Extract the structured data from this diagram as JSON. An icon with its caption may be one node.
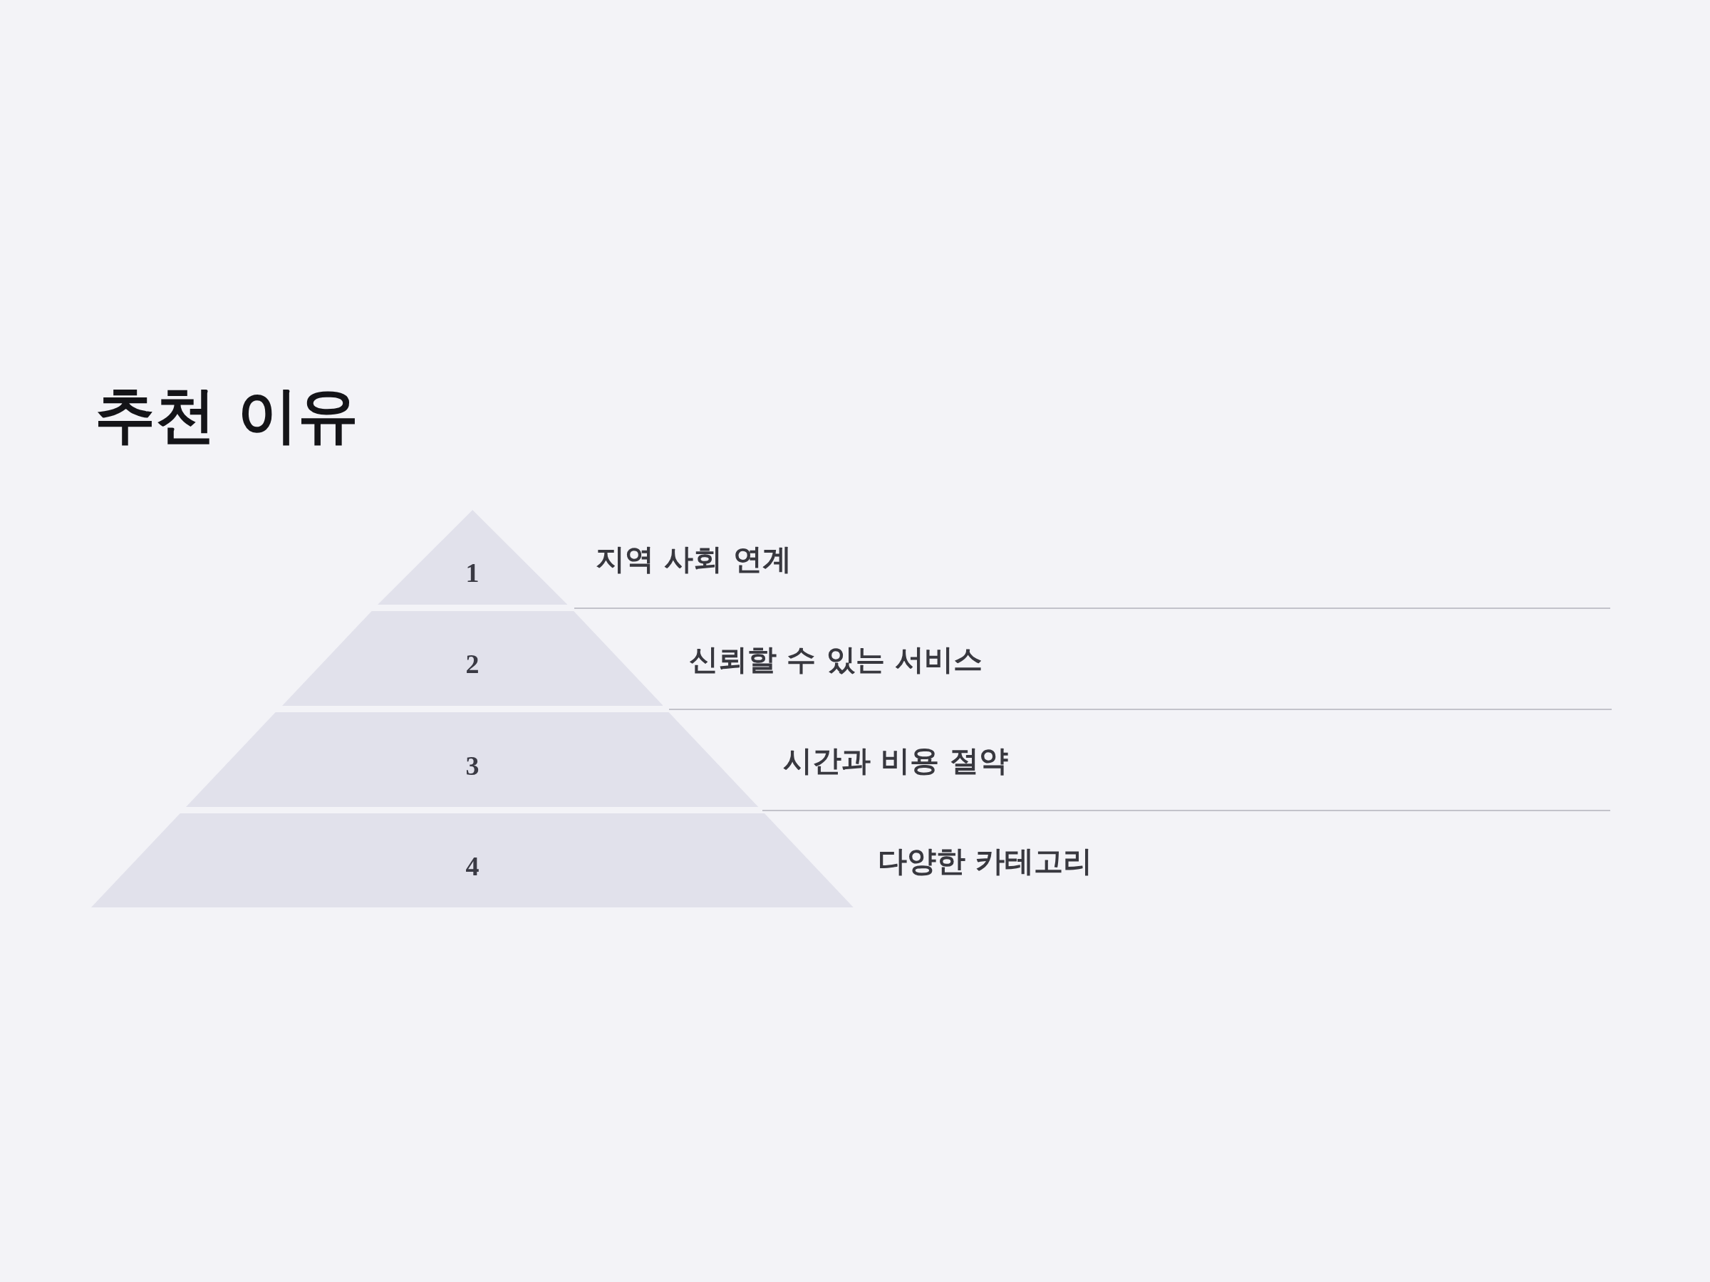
{
  "diagram": {
    "title": "추천 이유",
    "nodes": [
      {
        "text": [
          "1"
        ],
        "beside": [
          "지역 사회 연계"
        ]
      },
      {
        "text": [
          "2"
        ],
        "beside": [
          "신뢰할 수 있는 서비스"
        ]
      },
      {
        "text": [
          "3"
        ],
        "beside": [
          "시간과 비용 절약"
        ]
      },
      {
        "text": [
          "4"
        ],
        "beside": [
          "다양한 카테고리"
        ]
      }
    ]
  }
}
